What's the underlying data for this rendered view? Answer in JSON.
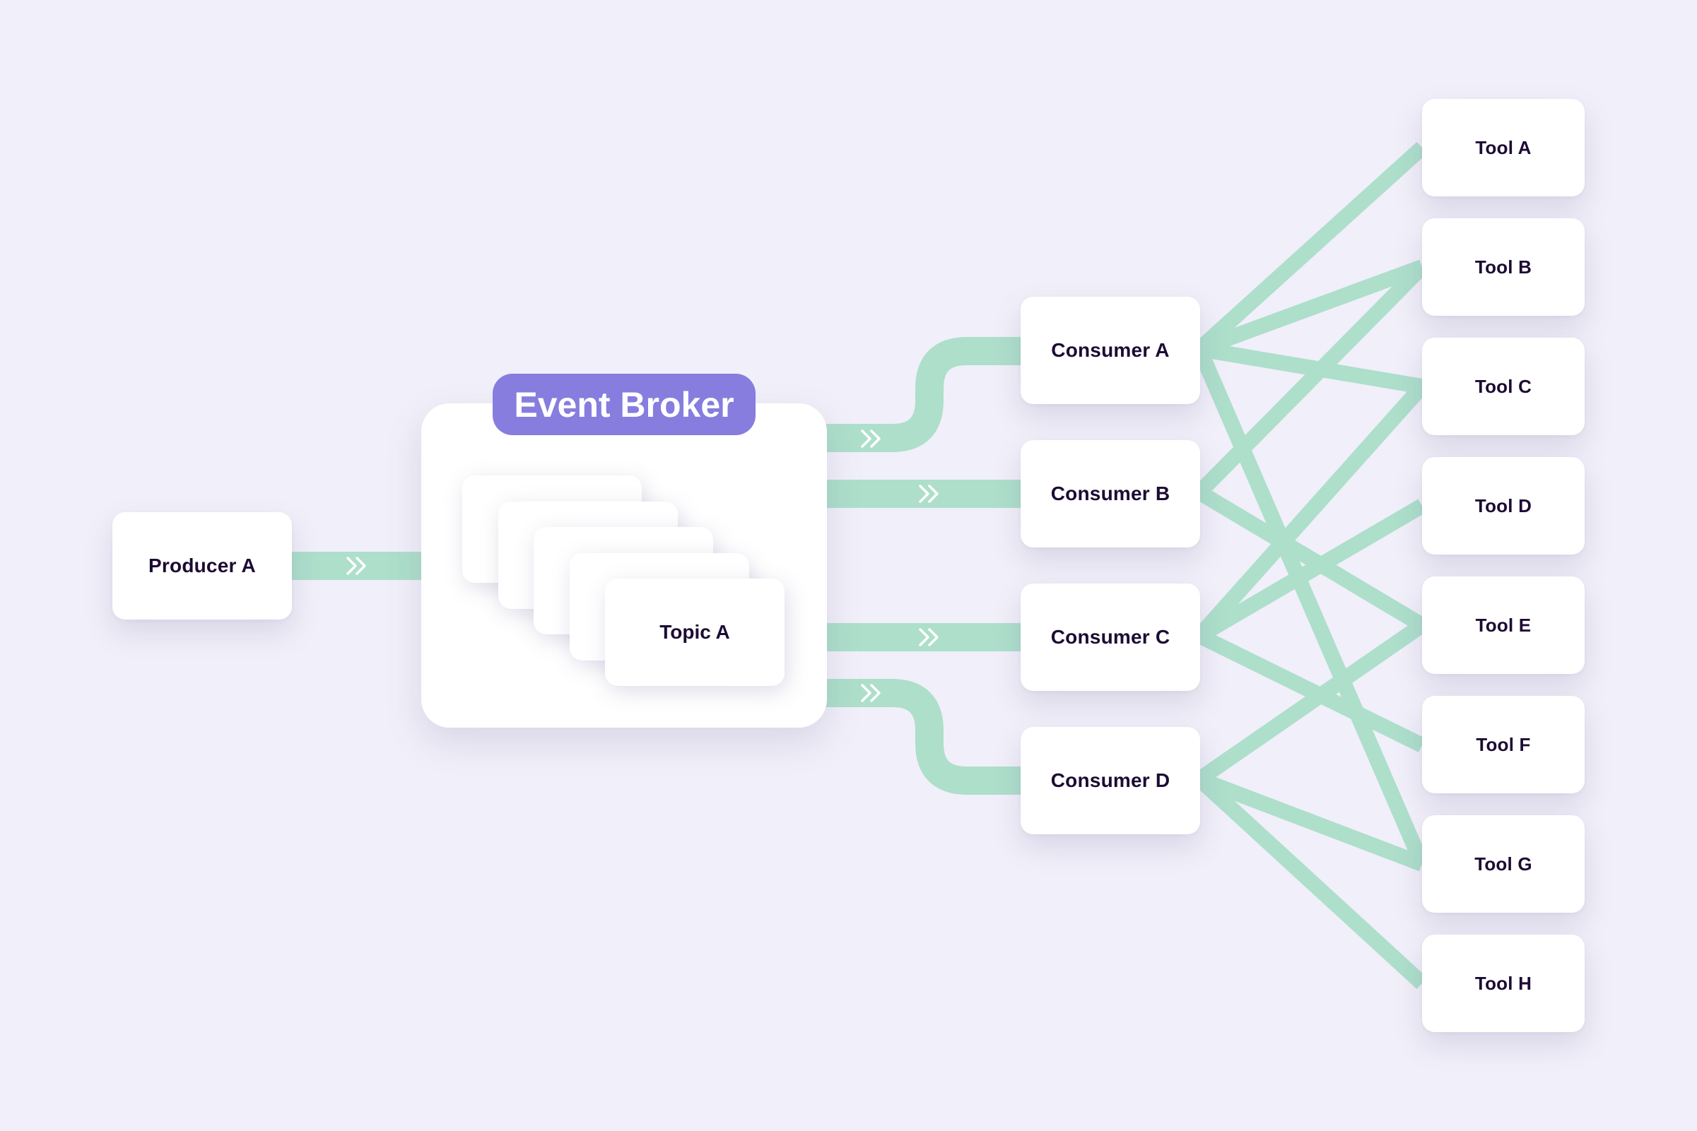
{
  "diagram": {
    "producer": {
      "label": "Producer A"
    },
    "broker": {
      "label": "Event Broker",
      "topic_label": "Topic A",
      "stacked_topics": 5
    },
    "consumers": [
      {
        "label": "Consumer A"
      },
      {
        "label": "Consumer B"
      },
      {
        "label": "Consumer C"
      },
      {
        "label": "Consumer D"
      }
    ],
    "tools": [
      {
        "label": "Tool A"
      },
      {
        "label": "Tool B"
      },
      {
        "label": "Tool C"
      },
      {
        "label": "Tool D"
      },
      {
        "label": "Tool E"
      },
      {
        "label": "Tool F"
      },
      {
        "label": "Tool G"
      },
      {
        "label": "Tool H"
      }
    ],
    "connections": [
      {
        "from": "Producer A",
        "to": "Event Broker"
      },
      {
        "from": "Event Broker",
        "to": "Consumer A"
      },
      {
        "from": "Event Broker",
        "to": "Consumer B"
      },
      {
        "from": "Event Broker",
        "to": "Consumer C"
      },
      {
        "from": "Event Broker",
        "to": "Consumer D"
      },
      {
        "from": "Consumer A",
        "to": "Tool A"
      },
      {
        "from": "Consumer A",
        "to": "Tool B"
      },
      {
        "from": "Consumer A",
        "to": "Tool C"
      },
      {
        "from": "Consumer A",
        "to": "Tool G"
      },
      {
        "from": "Consumer B",
        "to": "Tool B"
      },
      {
        "from": "Consumer B",
        "to": "Tool E"
      },
      {
        "from": "Consumer C",
        "to": "Tool C"
      },
      {
        "from": "Consumer C",
        "to": "Tool D"
      },
      {
        "from": "Consumer C",
        "to": "Tool F"
      },
      {
        "from": "Consumer D",
        "to": "Tool E"
      },
      {
        "from": "Consumer D",
        "to": "Tool G"
      },
      {
        "from": "Consumer D",
        "to": "Tool H"
      }
    ],
    "colors": {
      "background": "#f1eff9",
      "node": "#ffffff",
      "text": "#1c0b33",
      "broker_label": "#867ddf",
      "flow": "#addfcb",
      "arrow": "#ffffff"
    },
    "icons": {
      "flow_arrow": "double-chevron-right-icon"
    }
  }
}
